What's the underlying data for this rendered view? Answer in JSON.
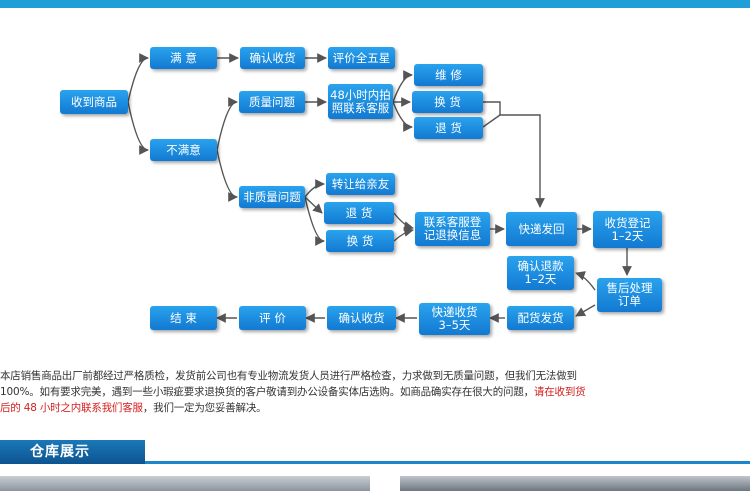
{
  "flow": {
    "received": "收到商品",
    "satisfied": "满 意",
    "confirm_receipt_top": "确认收货",
    "five_star": "评价全五星",
    "unsatisfied": "不满意",
    "quality_issue": "质量问题",
    "contact_48h": [
      "48小时内拍",
      "照联系客服"
    ],
    "repair": "维 修",
    "exchange_1": "换 货",
    "return_1": "退 货",
    "non_quality_issue": "非质量问题",
    "transfer_friend": "转让给亲友",
    "return_2": "退 货",
    "exchange_2": "换 货",
    "cs_register": [
      "联系客服登",
      "记退换信息"
    ],
    "express_return": "快递发回",
    "receipt_register": [
      "收货登记",
      "1–2天"
    ],
    "confirm_refund": [
      "确认退款",
      "1–2天"
    ],
    "after_sales": [
      "售后处理",
      "订单"
    ],
    "ship_replacement": "配货发货",
    "express_delivery": [
      "快递收货",
      "3–5天"
    ],
    "confirm_receipt_bottom": "确认收货",
    "review": "评 价",
    "end": "结 束"
  },
  "notice": {
    "line1": "本店销售商品出厂前都经过严格质检，发货前公司也有专业物流发货人员进行严格检查，力求做到无质量问题，但我们无法做到",
    "line2": "100%。如有要求完美，遇到一些小瑕疵要求退换货的客户敬请到办公设备实体店选购。如商品确实存在很大的问题，",
    "line2_red": "请在收到货",
    "line3_red": "后的 48 小时之内联系我们客服",
    "line3": "，我们一定为您妥善解决。"
  },
  "section": {
    "title": "仓库展示"
  },
  "colors": {
    "node": "#1e8fe0",
    "line": "#555555",
    "accent": "#1d86c8",
    "red": "#d31f1f"
  }
}
